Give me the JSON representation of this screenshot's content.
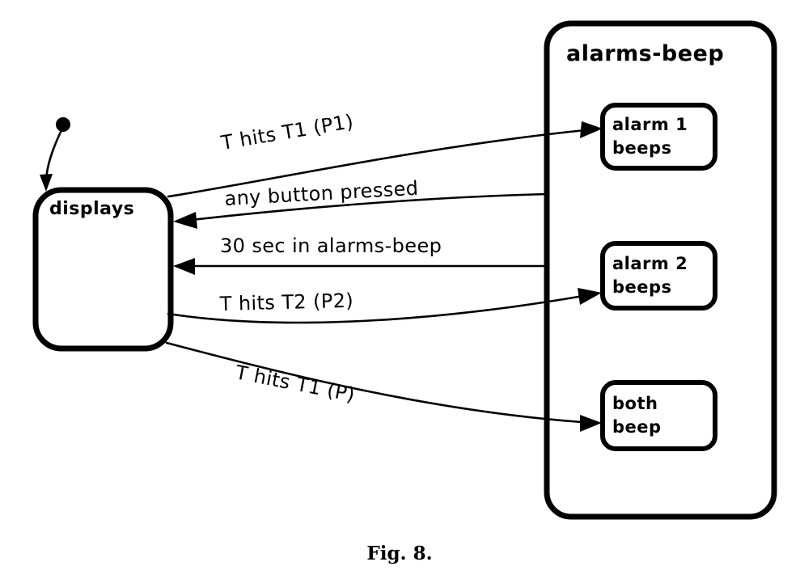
{
  "figure": {
    "caption": "Fig. 8."
  },
  "superstate": {
    "name": "alarms-beep",
    "label": "alarms-beep"
  },
  "states": [
    {
      "id": "displays",
      "label": "displays",
      "kind": "top-level-state"
    },
    {
      "id": "alarm1-beeps",
      "label_line1": "alarm 1",
      "label_line2": "beeps",
      "kind": "substate"
    },
    {
      "id": "alarm2-beeps",
      "label_line1": "alarm 2",
      "label_line2": "beeps",
      "kind": "substate"
    },
    {
      "id": "both-beep",
      "label_line1": "both",
      "label_line2": "beep",
      "kind": "substate"
    }
  ],
  "transitions": [
    {
      "id": "t1",
      "label": "T hits T1     (P1)",
      "from": "displays",
      "to": "alarm1-beeps"
    },
    {
      "id": "t2",
      "label": "any button pressed",
      "from": "alarms-beep",
      "to": "displays"
    },
    {
      "id": "t3",
      "label": "30 sec in alarms-beep",
      "from": "alarms-beep",
      "to": "displays"
    },
    {
      "id": "t4",
      "label": "T hits T2     (P2)",
      "from": "displays",
      "to": "alarm2-beeps"
    },
    {
      "id": "t5",
      "label": "T hits T1     (P)",
      "from": "displays",
      "to": "both-beep"
    }
  ],
  "initial_transition": {
    "id": "initial",
    "target": "displays",
    "marker": "filled-dot"
  },
  "colors": {
    "ink": "#000000",
    "paper": "#ffffff"
  }
}
